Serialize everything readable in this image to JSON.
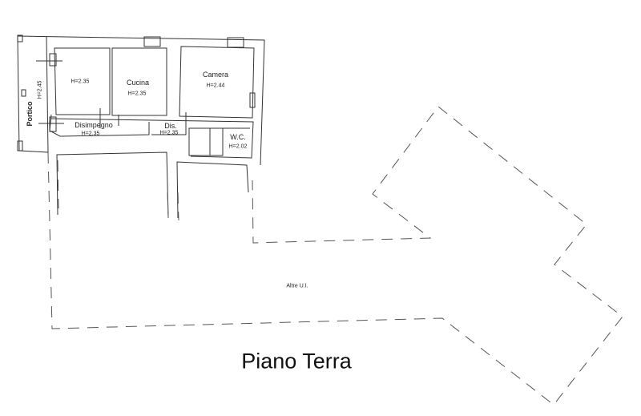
{
  "plan": {
    "title": "Piano Terra",
    "rooms": [
      {
        "id": "room1",
        "name": "",
        "height": "H=2.35"
      },
      {
        "id": "cucina",
        "name": "Cucina",
        "height": "H=2.35"
      },
      {
        "id": "camera",
        "name": "Camera",
        "height": "H=2.44"
      },
      {
        "id": "disimpegno",
        "name": "Disimpegno",
        "height": "H=2.35"
      },
      {
        "id": "dis",
        "name": "Dis.",
        "height": "H=2.35"
      },
      {
        "id": "wc",
        "name": "W.C.",
        "height": "H=2.02"
      },
      {
        "id": "portico",
        "name": "Portico",
        "height": "H=2.45"
      }
    ],
    "other_units": "Altre U.I.",
    "colors": {
      "line": "#333333",
      "dash": "#555555",
      "background": "#ffffff"
    }
  }
}
